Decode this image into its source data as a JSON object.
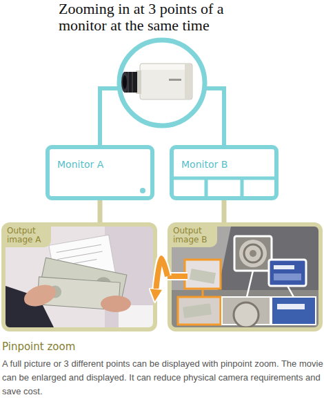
{
  "diagram": {
    "title": "Zooming in at 3 points of a monitor at the same time",
    "caption": "A full picture or 3 different points can be displayed with pinpoint zoom. The movie can be enlarged and displayed. It can reduce physical camera requirements and save cost.",
    "nodes": [
      {
        "text": [
          "Monitor A"
        ]
      },
      {
        "text": [
          "Monitor B"
        ]
      },
      {
        "text": [
          "Output image A"
        ]
      },
      {
        "text": [
          "Output image B"
        ]
      }
    ],
    "edges": [
      {
        "from": 0,
        "to": 2,
        "arrow": "none"
      },
      {
        "from": 1,
        "to": 3,
        "arrow": "none"
      },
      {
        "from": 3,
        "to": 2,
        "arrow": "to"
      }
    ],
    "labels": [
      "Pinpoint zoom"
    ]
  }
}
